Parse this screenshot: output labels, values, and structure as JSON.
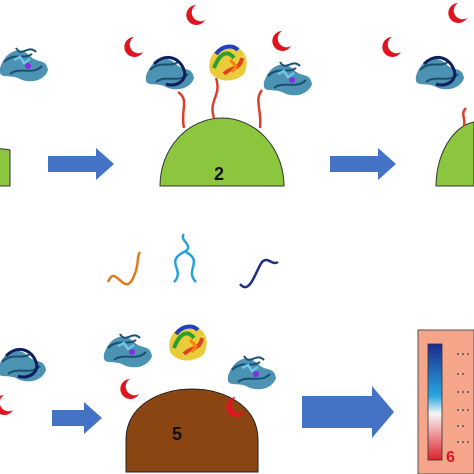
{
  "steps": [
    {
      "label": ""
    },
    {
      "label": "2"
    },
    {
      "label": ""
    },
    {
      "label": ""
    },
    {
      "label": "5"
    },
    {
      "label": "6"
    }
  ],
  "colors": {
    "bead_green": "#8cc63f",
    "bead_brown": "#8b4513",
    "arrow_blue": "#4472c4",
    "panel_bg": "#f4a58a",
    "crescent_red": "#e0141e",
    "linker_red": "#d9402a"
  },
  "icons": {
    "protein": "protein-ribbon-icon",
    "antibody": "crescent-ligand-icon",
    "arrow": "process-arrow-icon",
    "aptamer": "dna-strand-icon"
  }
}
